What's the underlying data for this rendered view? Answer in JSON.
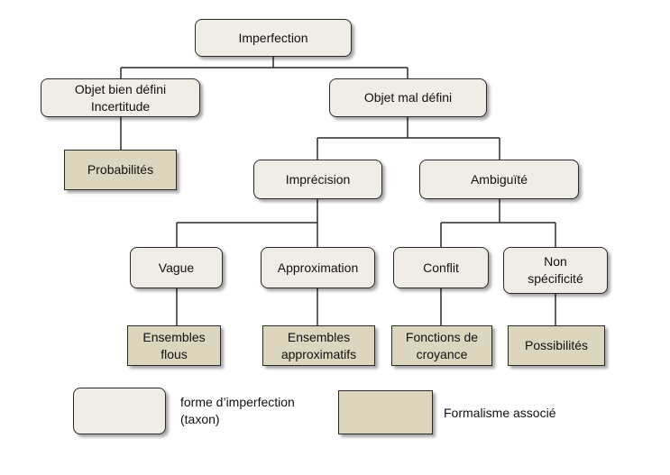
{
  "nodes": {
    "imperfection": "Imperfection",
    "objet_bien_defini": "Objet bien défini\nIncertitude",
    "probabilites": "Probabilités",
    "objet_mal_defini": "Objet mal défini",
    "imprecision": "Imprécision",
    "ambiguite": "Ambiguïté",
    "vague": "Vague",
    "approximation": "Approximation",
    "conflit": "Conflit",
    "non_specificite": "Non\nspécificité",
    "ensembles_flous": "Ensembles\nflous",
    "ensembles_approximatifs": "Ensembles\napproximatifs",
    "fonctions_de_croyance": "Fonctions de\ncroyance",
    "possibilites": "Possibilités"
  },
  "legend": {
    "taxon_label": "forme d’imperfection\n(taxon)",
    "formal_label": "Formalisme associé"
  },
  "colors": {
    "taxon_fill": "#f0ede6",
    "formal_fill": "#dcd6bf",
    "line": "#2a2a2a"
  }
}
